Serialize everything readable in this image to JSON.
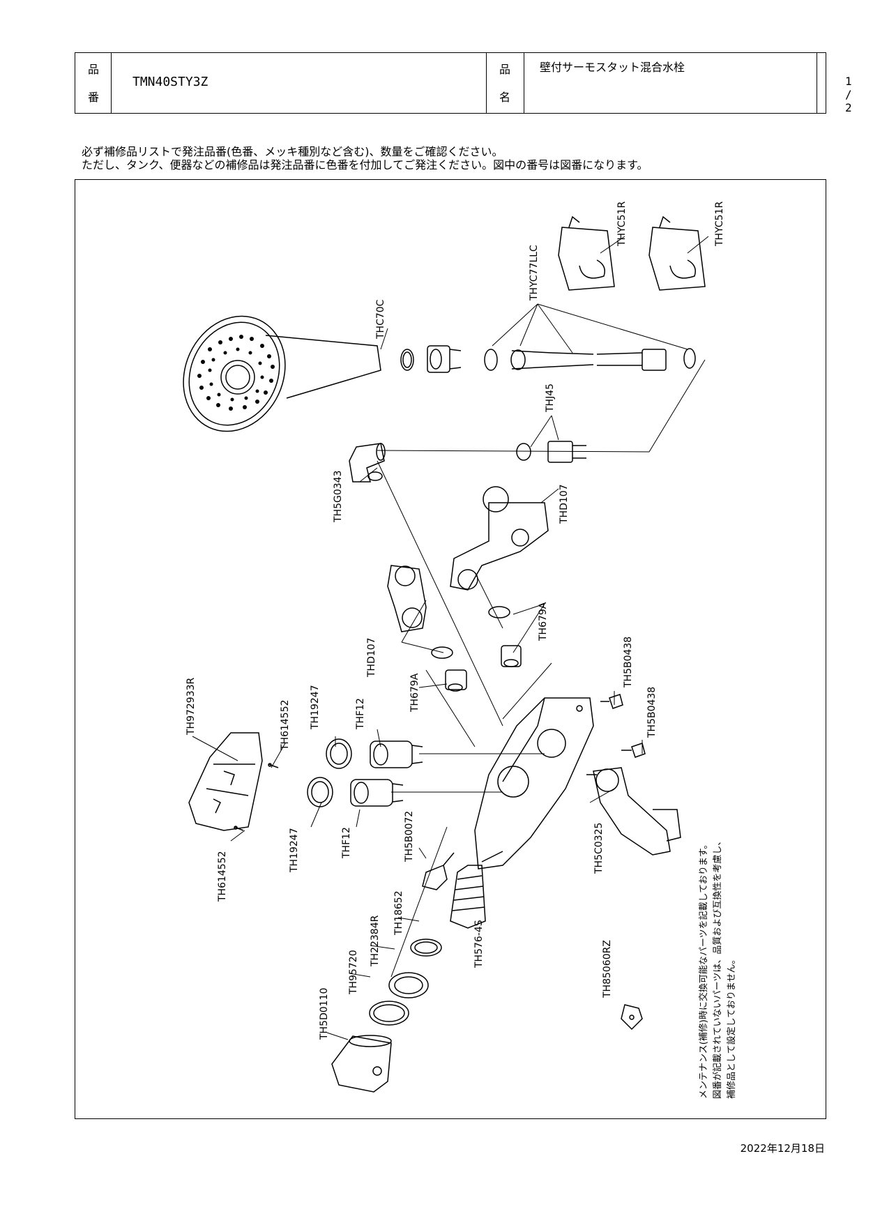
{
  "header": {
    "product_number_label_1": "品",
    "product_number_label_2": "番",
    "product_number": "TMN40STY3Z",
    "product_name_label_1": "品",
    "product_name_label_2": "名",
    "product_name": "壁付サーモスタット混合水栓",
    "page_indicator": "1 / 2"
  },
  "notes": [
    "必ず補修品リストで発注品番(色番、メッキ種別など含む)、数量をご確認ください。",
    "ただし、タンク、便器などの補修品は発注品番に色番を付加してご発注ください。図中の番号は図番になります。"
  ],
  "parts": {
    "thc70c": "THC70C",
    "thyc77llc": "THYC77LLC",
    "thyc51r_1": "THYC51R",
    "thyc51r_2": "THYC51R",
    "thj45": "THJ45",
    "th5g0343": "TH5G0343",
    "thd107_top": "THD107",
    "th679a_top": "TH679A",
    "thd107_left": "THD107",
    "th679a_left": "TH679A",
    "th5b0438_1": "TH5B0438",
    "th5b0438_2": "TH5B0438",
    "th972933r": "TH972933R",
    "th614552_top": "TH614552",
    "th19247_top": "TH19247",
    "thf12_top": "THF12",
    "th19247_bottom": "TH19247",
    "thf12_bottom": "THF12",
    "th5b0072": "TH5B0072",
    "th614552_bottom": "TH614552",
    "th5c0325": "TH5C0325",
    "th18652": "TH18652",
    "th22384r": "TH22384R",
    "th576_4s": "TH576-4S",
    "th95720": "TH95720",
    "th5d0110": "TH5D0110",
    "th85060rz": "TH85060RZ"
  },
  "maintenance_note": [
    "メンテナンス(補修)時に交換可能なパーツを記載しております。",
    "図番が記載されていないパーツは、品質および互換性を考慮し、",
    "補修品として設定しておりません。"
  ],
  "date": "2022年12月18日"
}
